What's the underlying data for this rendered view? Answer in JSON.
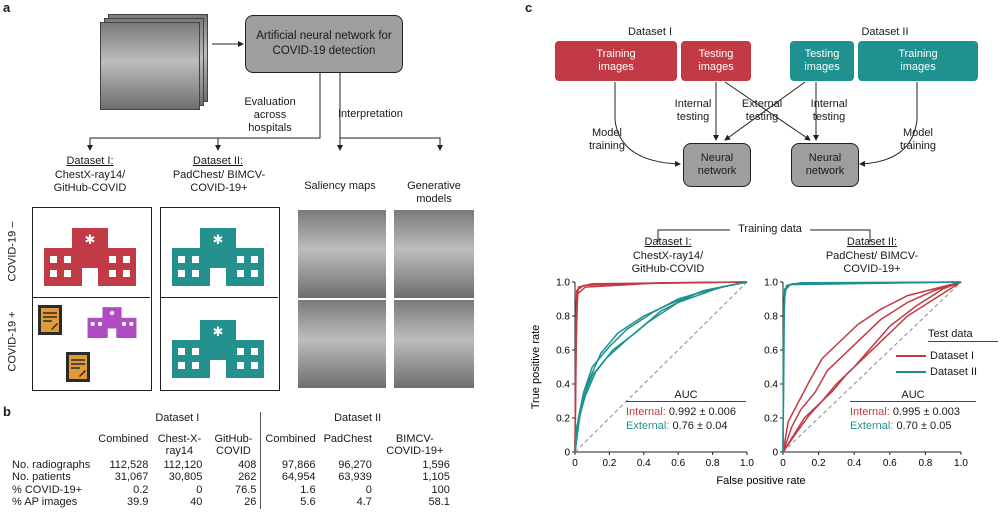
{
  "panel_a": {
    "letter": "a",
    "ann_box": "Artificial neural network for COVID-19 detection",
    "evaluation": "Evaluation across hospitals",
    "interpretation": "Interpretation",
    "dataset1_title": "Dataset I:",
    "dataset1_sub": "ChestX-ray14/ GitHub-COVID",
    "dataset2_title": "Dataset II:",
    "dataset2_sub": "PadChest/ BIMCV-COVID-19+",
    "saliency": "Saliency maps",
    "generative": "Generative models",
    "covid_neg": "COVID-19 –",
    "covid_pos": "COVID-19 +"
  },
  "panel_b": {
    "letter": "b",
    "group1": "Dataset I",
    "group2": "Dataset II",
    "columns": [
      "Combined",
      "Chest-X-ray14",
      "GitHub-COVID",
      "Combined",
      "PadChest",
      "BIMCV-COVID-19+"
    ],
    "rows": [
      {
        "label": "No. radiographs",
        "values": [
          "112,528",
          "112,120",
          "408",
          "97,866",
          "96,270",
          "1,596"
        ]
      },
      {
        "label": "No. patients",
        "values": [
          "31,067",
          "30,805",
          "262",
          "64,954",
          "63,939",
          "1,105"
        ]
      },
      {
        "label": "% COVID-19+",
        "values": [
          "0.2",
          "0",
          "76.5",
          "1.6",
          "0",
          "100"
        ]
      },
      {
        "label": "% AP images",
        "values": [
          "39.9",
          "40",
          "26",
          "5.6",
          "4.7",
          "58.1"
        ]
      }
    ]
  },
  "panel_c": {
    "letter": "c",
    "dataset1": "Dataset I",
    "dataset2": "Dataset II",
    "training_images": "Training images",
    "testing_images": "Testing images",
    "internal_testing": "Internal testing",
    "external_testing": "External testing",
    "model_training": "Model training",
    "neural_network": "Neural network",
    "training_data": "Training data",
    "chart1_title_u": "Dataset I:",
    "chart1_title": "ChestX-ray14/ GitHub-COVID",
    "chart2_title_u": "Dataset II:",
    "chart2_title": "PadChest/ BIMCV-COVID-19+",
    "legend_title": "Test data",
    "legend_items": [
      "Dataset I",
      "Dataset II"
    ],
    "auc_label": "AUC",
    "chart1_internal_label": "Internal:",
    "chart1_internal_value": "0.992 ± 0.006",
    "chart1_external_label": "External:",
    "chart1_external_value": "0.76 ± 0.04",
    "chart2_internal_label": "Internal:",
    "chart2_internal_value": "0.995 ± 0.003",
    "chart2_external_label": "External:",
    "chart2_external_value": "0.70 ± 0.05",
    "colors": {
      "red": "#c23a45",
      "teal": "#1f918f"
    }
  },
  "chart_data": [
    {
      "type": "line",
      "title": "Dataset I: ChestX-ray14/ GitHub-COVID",
      "xlabel": "False positive rate",
      "ylabel": "True positive rate",
      "xlim": [
        0,
        1
      ],
      "ylim": [
        0,
        1
      ],
      "ticks": [
        "0",
        "0.2",
        "0.4",
        "0.6",
        "0.8",
        "1.0"
      ],
      "series": [
        {
          "name": "Dataset I",
          "color": "#c23a45",
          "curves": [
            [
              [
                0,
                0
              ],
              [
                0.005,
                0.8
              ],
              [
                0.01,
                0.95
              ],
              [
                0.05,
                0.98
              ],
              [
                0.3,
                0.99
              ],
              [
                1,
                1
              ]
            ],
            [
              [
                0,
                0
              ],
              [
                0.01,
                0.85
              ],
              [
                0.02,
                0.97
              ],
              [
                0.1,
                0.99
              ],
              [
                1,
                1
              ]
            ],
            [
              [
                0,
                0
              ],
              [
                0.005,
                0.6
              ],
              [
                0.015,
                0.93
              ],
              [
                0.06,
                0.97
              ],
              [
                0.5,
                0.995
              ],
              [
                1,
                1
              ]
            ]
          ]
        },
        {
          "name": "Dataset II",
          "color": "#1f918f",
          "curves": [
            [
              [
                0,
                0
              ],
              [
                0.02,
                0.2
              ],
              [
                0.05,
                0.35
              ],
              [
                0.1,
                0.5
              ],
              [
                0.2,
                0.62
              ],
              [
                0.3,
                0.72
              ],
              [
                0.45,
                0.82
              ],
              [
                0.6,
                0.9
              ],
              [
                0.8,
                0.96
              ],
              [
                1,
                1
              ]
            ],
            [
              [
                0,
                0
              ],
              [
                0.03,
                0.25
              ],
              [
                0.08,
                0.42
              ],
              [
                0.15,
                0.58
              ],
              [
                0.25,
                0.7
              ],
              [
                0.4,
                0.8
              ],
              [
                0.55,
                0.87
              ],
              [
                0.75,
                0.95
              ],
              [
                1,
                1
              ]
            ],
            [
              [
                0,
                0
              ],
              [
                0.01,
                0.15
              ],
              [
                0.06,
                0.33
              ],
              [
                0.12,
                0.47
              ],
              [
                0.22,
                0.6
              ],
              [
                0.35,
                0.7
              ],
              [
                0.5,
                0.83
              ],
              [
                0.7,
                0.93
              ],
              [
                0.9,
                0.98
              ],
              [
                1,
                1
              ]
            ],
            [
              [
                0,
                0
              ],
              [
                0.04,
                0.3
              ],
              [
                0.1,
                0.45
              ],
              [
                0.18,
                0.55
              ],
              [
                0.3,
                0.66
              ],
              [
                0.42,
                0.76
              ],
              [
                0.6,
                0.88
              ],
              [
                0.85,
                0.97
              ],
              [
                1,
                1
              ]
            ]
          ]
        }
      ]
    },
    {
      "type": "line",
      "title": "Dataset II: PadChest/ BIMCV-COVID-19+",
      "xlabel": "False positive rate",
      "ylabel": "",
      "xlim": [
        0,
        1
      ],
      "ylim": [
        0,
        1
      ],
      "ticks": [
        "0",
        "0.2",
        "0.4",
        "0.6",
        "0.8",
        "1.0"
      ],
      "series": [
        {
          "name": "Dataset I",
          "color": "#c23a45",
          "curves": [
            [
              [
                0,
                0
              ],
              [
                0.05,
                0.15
              ],
              [
                0.1,
                0.25
              ],
              [
                0.18,
                0.35
              ],
              [
                0.25,
                0.48
              ],
              [
                0.35,
                0.58
              ],
              [
                0.45,
                0.68
              ],
              [
                0.55,
                0.78
              ],
              [
                0.7,
                0.88
              ],
              [
                0.85,
                0.95
              ],
              [
                1,
                1
              ]
            ],
            [
              [
                0,
                0
              ],
              [
                0.08,
                0.12
              ],
              [
                0.15,
                0.22
              ],
              [
                0.22,
                0.3
              ],
              [
                0.3,
                0.4
              ],
              [
                0.4,
                0.5
              ],
              [
                0.5,
                0.62
              ],
              [
                0.6,
                0.74
              ],
              [
                0.75,
                0.86
              ],
              [
                0.9,
                0.96
              ],
              [
                1,
                1
              ]
            ],
            [
              [
                0,
                0
              ],
              [
                0.03,
                0.18
              ],
              [
                0.09,
                0.3
              ],
              [
                0.15,
                0.42
              ],
              [
                0.22,
                0.55
              ],
              [
                0.32,
                0.65
              ],
              [
                0.42,
                0.75
              ],
              [
                0.55,
                0.84
              ],
              [
                0.7,
                0.92
              ],
              [
                1,
                1
              ]
            ],
            [
              [
                0,
                0
              ],
              [
                0.06,
                0.1
              ],
              [
                0.12,
                0.2
              ],
              [
                0.2,
                0.28
              ],
              [
                0.28,
                0.36
              ],
              [
                0.36,
                0.46
              ],
              [
                0.46,
                0.56
              ],
              [
                0.58,
                0.68
              ],
              [
                0.7,
                0.8
              ],
              [
                0.85,
                0.9
              ],
              [
                1,
                1
              ]
            ]
          ]
        },
        {
          "name": "Dataset II",
          "color": "#1f918f",
          "curves": [
            [
              [
                0,
                0
              ],
              [
                0.005,
                0.85
              ],
              [
                0.01,
                0.96
              ],
              [
                0.05,
                0.99
              ],
              [
                1,
                1
              ]
            ],
            [
              [
                0,
                0
              ],
              [
                0.008,
                0.9
              ],
              [
                0.02,
                0.98
              ],
              [
                0.1,
                0.995
              ],
              [
                1,
                1
              ]
            ],
            [
              [
                0,
                0
              ],
              [
                0.004,
                0.75
              ],
              [
                0.012,
                0.95
              ],
              [
                0.04,
                0.985
              ],
              [
                1,
                1
              ]
            ]
          ]
        }
      ]
    }
  ]
}
